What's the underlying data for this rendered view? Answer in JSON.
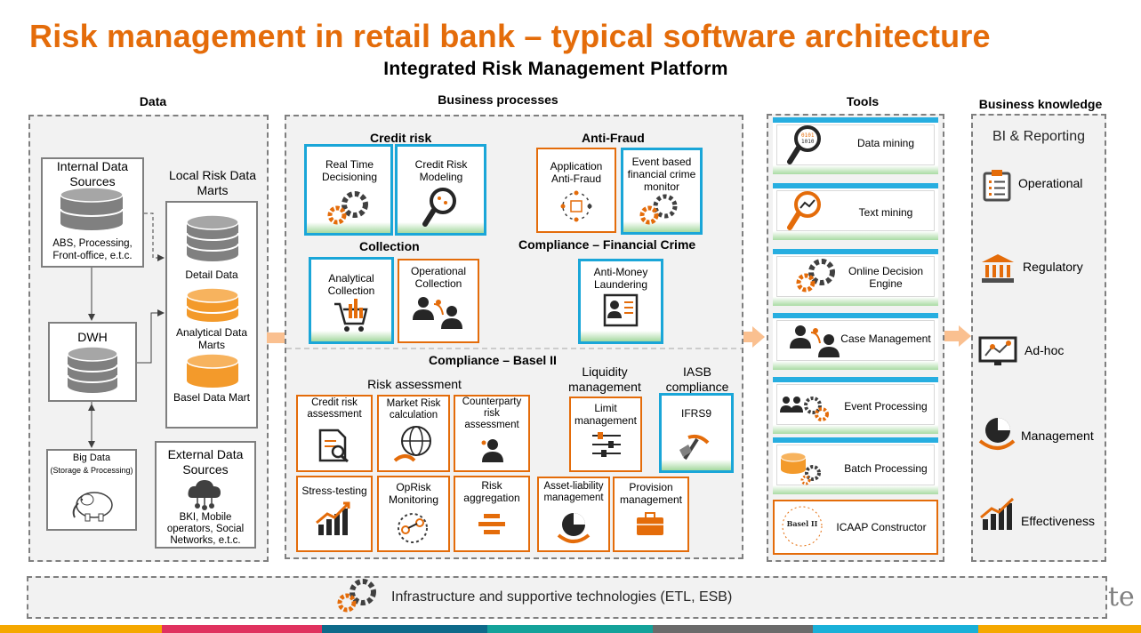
{
  "title": "Risk management in retail bank – typical software architecture",
  "subtitle": "Integrated Risk Management Platform",
  "columns": {
    "data": "Data",
    "business_processes": "Business processes",
    "tools": "Tools",
    "business_knowledge": "Business knowledge"
  },
  "data_col": {
    "internal_sources": "Internal Data Sources",
    "internal_sources_desc": "ABS, Processing, Front-office, e.t.c.",
    "local_marts": "Local Risk Data Marts",
    "detail_data": "Detail Data",
    "analytical_marts": "Analytical Data Marts",
    "basel_mart": "Basel Data Mart",
    "dwh": "DWH",
    "big_data": "Big Data",
    "big_data_sub": "(Storage & Processing)",
    "external_sources": "External Data Sources",
    "external_desc": "BKI, Mobile operators, Social Networks, e.t.c."
  },
  "bp": {
    "credit_risk": "Credit risk",
    "real_time": "Real Time Decisioning",
    "credit_modeling": "Credit Risk Modeling",
    "anti_fraud": "Anti-Fraud",
    "app_fraud": "Application Anti-Fraud",
    "event_based": "Event based financial crime monitor",
    "collection": "Collection",
    "analytical_collection": "Analytical Collection",
    "operational_collection": "Operational Collection",
    "compliance_fc": "Compliance – Financial Crime",
    "aml": "Anti-Money Laundering",
    "basel": "Compliance – Basel II",
    "risk_assessment": "Risk assessment",
    "credit_risk_assess": "Credit risk assessment",
    "market_risk": "Market Risk calculation",
    "counterparty": "Counterparty risk assessment",
    "stress": "Stress-testing",
    "oprisk": "OpRisk Monitoring",
    "risk_agg": "Risk aggregation",
    "liquidity": "Liquidity management",
    "limit": "Limit management",
    "alm": "Asset-liability management",
    "provision": "Provision management",
    "iasb": "IASB compliance",
    "ifrs9": "IFRS9"
  },
  "tools": [
    "Data mining",
    "Text mining",
    "Online Decision Engine",
    "Case Management",
    "Event Processing",
    "Batch Processing",
    "ICAAP Constructor"
  ],
  "basel_seal": "Basel II",
  "knowledge": {
    "bi": "BI & Reporting",
    "items": [
      "Operational",
      "Regulatory",
      "Ad-hoc",
      "Management",
      "Effectiveness"
    ]
  },
  "infrastructure": "Infrastructure and supportive technologies (ETL, ESB)",
  "watermark": "te",
  "colors": {
    "accent": "#e46c0a",
    "teal": "#1aa6d8",
    "gray": "#7f7f7f"
  }
}
